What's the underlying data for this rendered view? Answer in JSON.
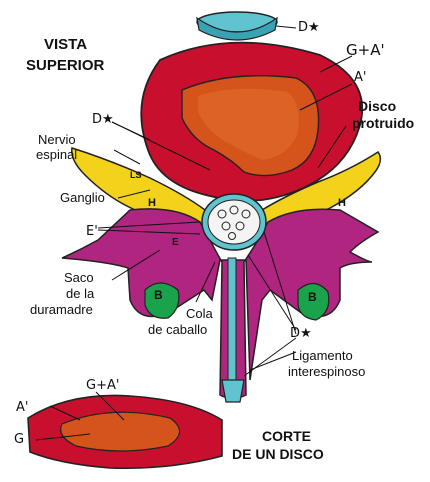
{
  "title": {
    "line1": "VISTA",
    "line2": "SUPERIOR"
  },
  "labels": {
    "d_star_top": "D★",
    "g_a_top": "G+A'",
    "a_prime_top": "A'",
    "disco_protruido_1": "Disco",
    "disco_protruido_2": "protruido",
    "d_star_left": "D★",
    "nervio_espinal_1": "Nervio",
    "nervio_espinal_2": "espinal",
    "ls": "LS",
    "ganglio": "Ganglio",
    "h_left": "H",
    "h_right": "H",
    "e_prime": "E'",
    "e_left": "E",
    "saco_1": "Saco",
    "saco_2": "de la",
    "saco_3": "duramadre",
    "b_left": "B",
    "b_right": "B",
    "cola_1": "Cola",
    "cola_2": "de caballo",
    "d_star_bottom": "D★",
    "ligamento_1": "Ligamento",
    "ligamento_2": "interespinoso",
    "g_a_bottom": "G+A'",
    "a_prime_bottom": "A'",
    "g_bottom": "G",
    "corte_1": "CORTE",
    "corte_2": "DE UN DISCO"
  },
  "colors": {
    "disc_red": "#c8102e",
    "nucleus_orange": "#d4541c",
    "ganglion_yellow": "#f2d21a",
    "vertebra_magenta": "#b0257f",
    "canal_cyan": "#5fc4cf",
    "bone_green": "#1aa34a"
  }
}
